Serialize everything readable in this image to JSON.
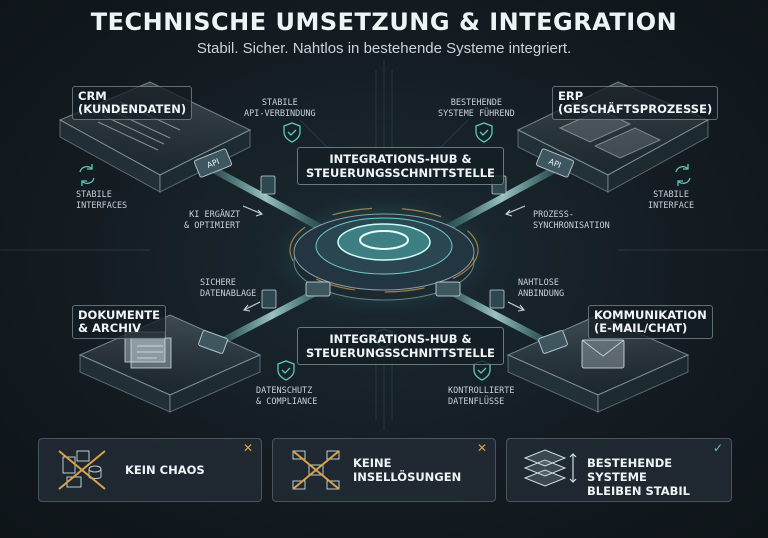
{
  "header": {
    "title": "TECHNISCHE UMSETZUNG & INTEGRATION",
    "subtitle": "Stabil. Sicher. Nahtlos in bestehende Systeme integriert."
  },
  "nodes": {
    "crm": "CRM\n(KUNDENDATEN)",
    "erp": "ERP\n(GESCHÄFTSPROZESSE)",
    "dokumente": "DOKUMENTE\n& ARCHIV",
    "kommunikation": "KOMMUNIKATION\n(E-MAIL/CHAT)"
  },
  "hub_labels": {
    "top": "INTEGRATIONS-HUB &\nSTEUERUNGSSCHNITTSTELLE",
    "bottom": "INTEGRATIONS-HUB &\nSTEUERUNGSSCHNITTSTELLE"
  },
  "annotations": {
    "stabile_api": "STABILE\nAPI-VERBINDUNG",
    "bestehende_systeme": "BESTEHENDE\nSYSTEME FÜHREND",
    "stabile_interfaces": "STABILE\nINTERFACES",
    "stabile_interface": "STABILE\nINTERFACE",
    "ki_ergaenzt": "KI ERGÄNZT\n& OPTIMIERT",
    "prozess_sync": "PROZESS-\nSYNCHRONISATION",
    "sichere_datenablage": "SICHERE\nDATENABLAGE",
    "nahtlose_anbindung": "NAHTLOSE\nANBINDUNG",
    "datenschutz": "DATENSCHUTZ\n& COMPLIANCE",
    "kontrollierte": "KONTROLLIERTE\nDATENFLÜSSE"
  },
  "api_tag": "API",
  "cards": [
    {
      "text": "KEIN CHAOS",
      "mark": "✕"
    },
    {
      "text": "KEINE\nINSELLÖSUNGEN",
      "mark": "✕"
    },
    {
      "text": "BESTEHENDE SYSTEME\nBLEIBEN STABIL",
      "mark": "✓"
    }
  ],
  "colors": {
    "accent": "#4fd6d0",
    "glow": "#7ff3ea",
    "warn": "#d9a24a",
    "ok": "#5cc9b8"
  },
  "icons": {
    "shield": "shield-check-icon",
    "sync": "sync-icon",
    "document": "document-icon",
    "mail": "mail-icon"
  }
}
